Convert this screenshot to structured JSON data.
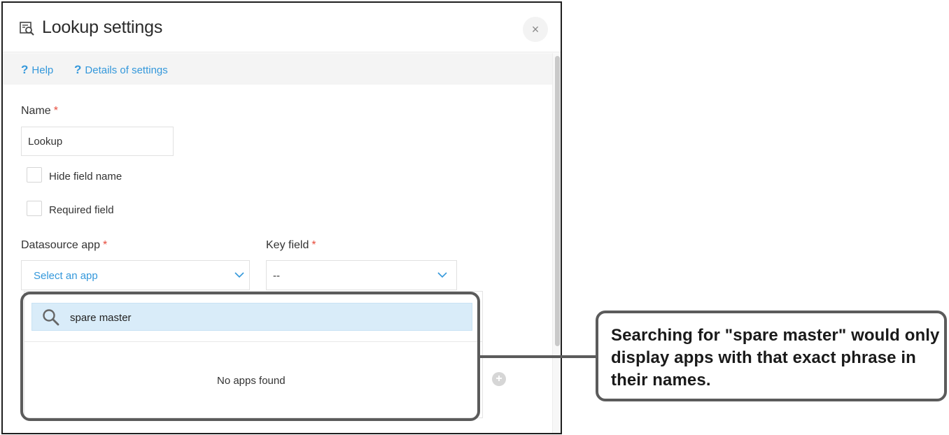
{
  "dialog": {
    "title": "Lookup settings",
    "close_label": "×",
    "help_links": [
      {
        "icon": "?",
        "label": "Help"
      },
      {
        "icon": "?",
        "label": "Details of settings"
      }
    ]
  },
  "form": {
    "name_label": "Name",
    "required_mark": "*",
    "name_value": "Lookup",
    "hide_field_name_label": "Hide field name",
    "required_field_label": "Required field",
    "datasource_label": "Datasource app",
    "datasource_placeholder": "Select an app",
    "key_field_label": "Key field",
    "key_field_value": "--"
  },
  "dropdown": {
    "search_value": "spare master",
    "empty_message": "No apps found"
  },
  "plus_label": "+",
  "callout": {
    "text": "Searching for \"spare master\" would only display apps with that exact phrase in their names."
  },
  "colors": {
    "link": "#3498db",
    "required": "#e74c3c",
    "search_highlight": "#d9ecf9",
    "annotation": "#5b5b5b"
  }
}
